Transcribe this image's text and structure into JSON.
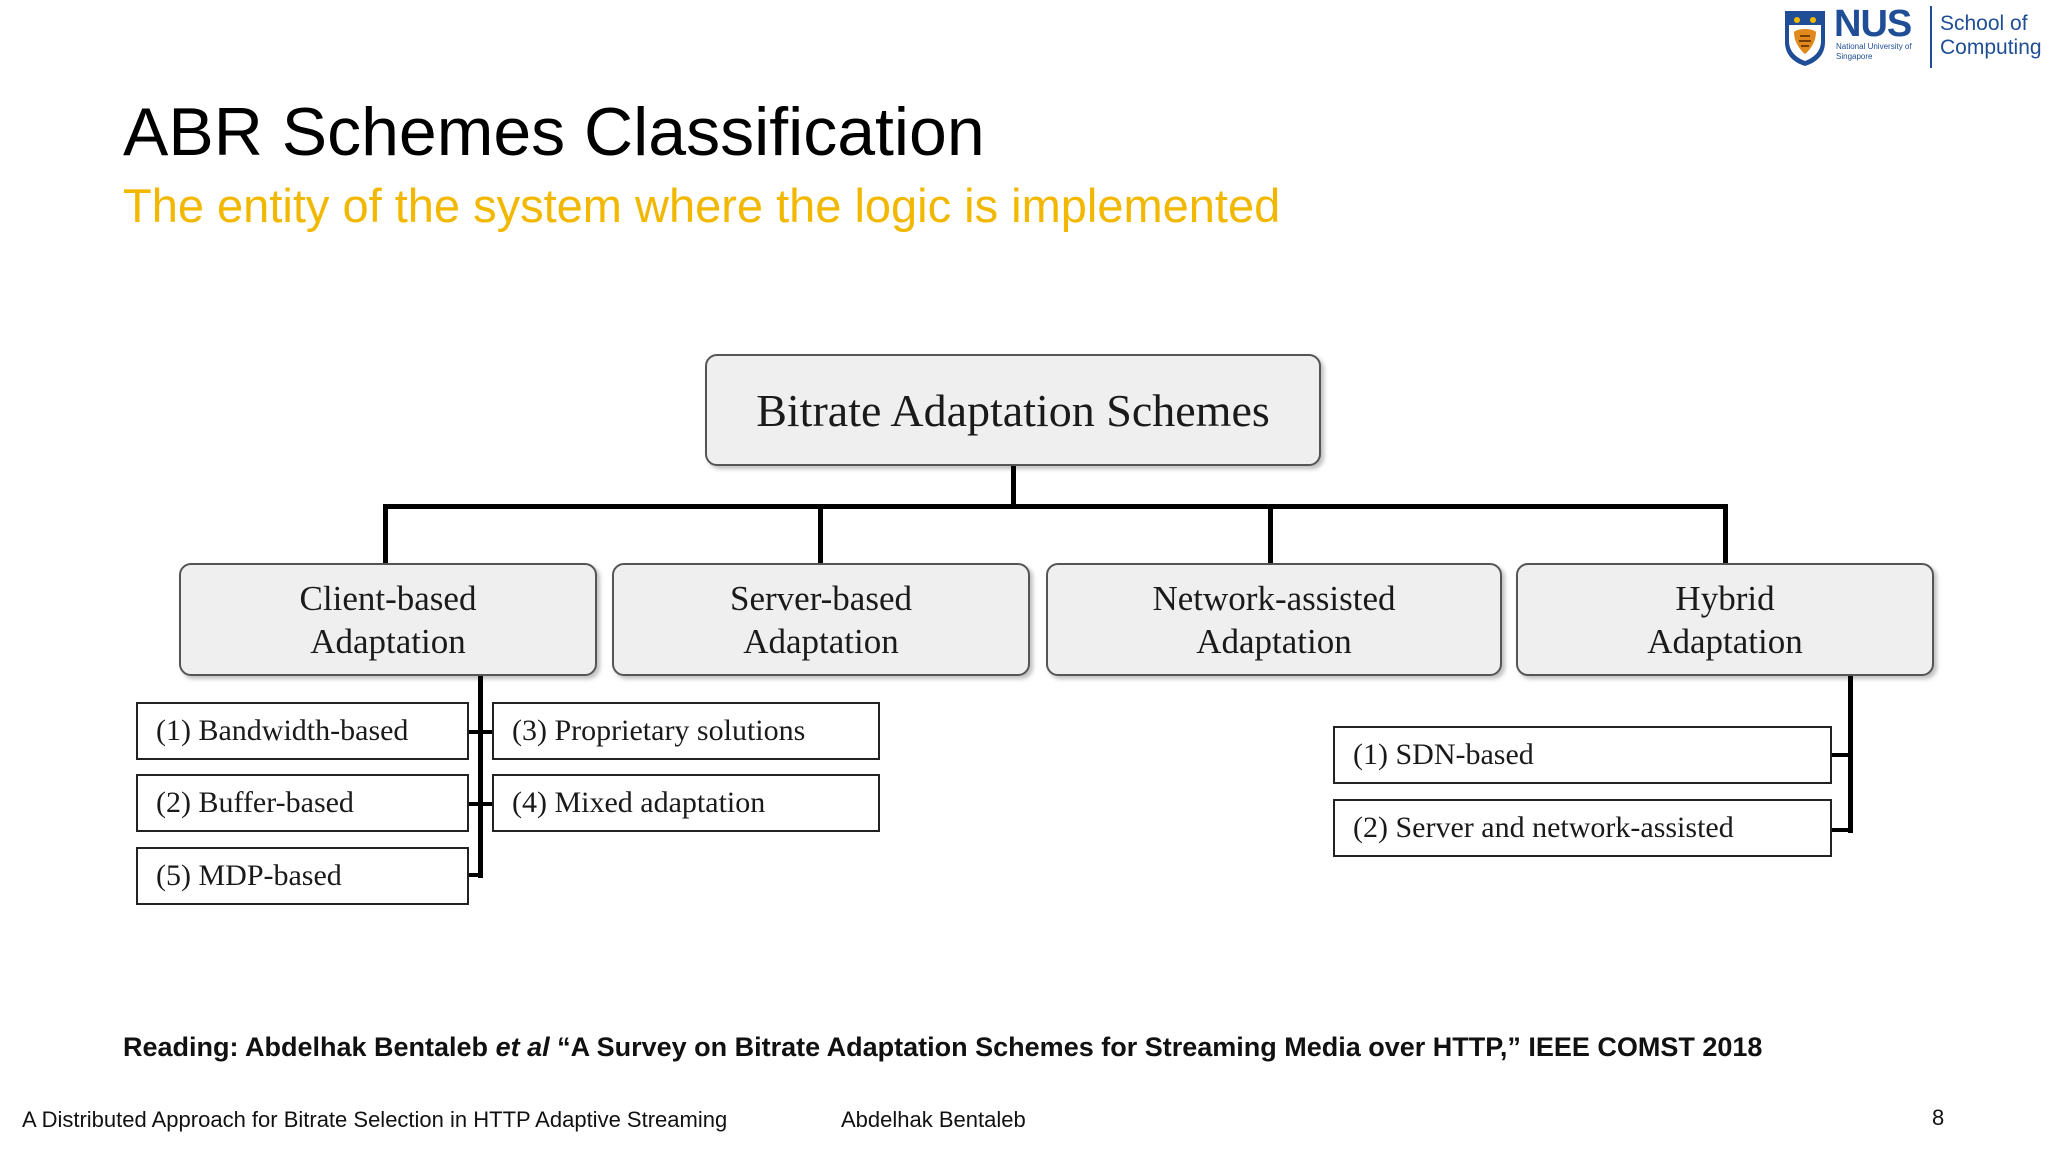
{
  "logo": {
    "name": "NUS",
    "sub": "National University of Singapore",
    "school_line1": "School of",
    "school_line2": "Computing"
  },
  "slide": {
    "title": "ABR Schemes Classification",
    "subtitle": "The entity of the system where the logic is implemented"
  },
  "diagram": {
    "root": "Bitrate Adaptation Schemes",
    "categories": [
      {
        "line1": "Client-based",
        "line2": "Adaptation"
      },
      {
        "line1": "Server-based",
        "line2": "Adaptation"
      },
      {
        "line1": "Network-assisted",
        "line2": "Adaptation"
      },
      {
        "line1": "Hybrid",
        "line2": "Adaptation"
      }
    ],
    "client_left": [
      "(1) Bandwidth-based",
      "(2) Buffer-based",
      "(5) MDP-based"
    ],
    "client_right": [
      "(3) Proprietary solutions",
      "(4) Mixed adaptation"
    ],
    "hybrid": [
      "(1) SDN-based",
      "(2) Server and network-assisted"
    ]
  },
  "reading": {
    "prefix": "Reading: Abdelhak Bentaleb ",
    "etal": "et al",
    "rest": " “A Survey on Bitrate Adaptation Schemes for Streaming Media over HTTP,” IEEE COMST 2018"
  },
  "footer": {
    "talk_title": "A Distributed Approach for Bitrate Selection in HTTP Adaptive Streaming",
    "author": "Abdelhak Bentaleb",
    "page": "8"
  },
  "colors": {
    "title": "#000000",
    "subtitle": "#f2b800",
    "nus_blue": "#1f4e96",
    "box_fill": "#efefef"
  }
}
